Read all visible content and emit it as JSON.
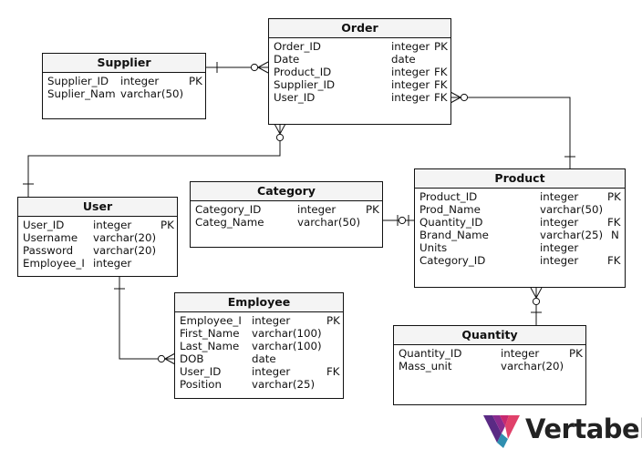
{
  "entities": {
    "order": {
      "name": "Order",
      "rows": [
        {
          "field": "Order_ID",
          "type": "integer",
          "key": "PK"
        },
        {
          "field": "Date",
          "type": "date",
          "key": ""
        },
        {
          "field": "Product_ID",
          "type": "integer",
          "key": "FK"
        },
        {
          "field": "Supplier_ID",
          "type": "integer",
          "key": "FK"
        },
        {
          "field": "User_ID",
          "type": "integer",
          "key": "FK"
        }
      ]
    },
    "supplier": {
      "name": "Supplier",
      "rows": [
        {
          "field": "Supplier_ID",
          "type": "integer",
          "key": "PK"
        },
        {
          "field": "Suplier_Nam",
          "type": "varchar(50)",
          "key": ""
        }
      ]
    },
    "product": {
      "name": "Product",
      "rows": [
        {
          "field": "Product_ID",
          "type": "integer",
          "key": "PK"
        },
        {
          "field": "Prod_Name",
          "type": "varchar(50)",
          "key": ""
        },
        {
          "field": "Quantity_ID",
          "type": "integer",
          "key": "FK"
        },
        {
          "field": "Brand_Name",
          "type": "varchar(25)",
          "key": "N"
        },
        {
          "field": "Units",
          "type": "integer",
          "key": ""
        },
        {
          "field": "Category_ID",
          "type": "integer",
          "key": "FK"
        }
      ]
    },
    "category": {
      "name": "Category",
      "rows": [
        {
          "field": "Category_ID",
          "type": "integer",
          "key": "PK"
        },
        {
          "field": "Categ_Name",
          "type": "varchar(50)",
          "key": ""
        }
      ]
    },
    "user": {
      "name": "User",
      "rows": [
        {
          "field": "User_ID",
          "type": "integer",
          "key": "PK"
        },
        {
          "field": "Username",
          "type": "varchar(20)",
          "key": ""
        },
        {
          "field": "Password",
          "type": "varchar(20)",
          "key": ""
        },
        {
          "field": "Employee_I",
          "type": "integer",
          "key": ""
        }
      ]
    },
    "employee": {
      "name": "Employee",
      "rows": [
        {
          "field": "Employee_I",
          "type": "integer",
          "key": "PK"
        },
        {
          "field": "First_Name",
          "type": "varchar(100)",
          "key": ""
        },
        {
          "field": "Last_Name",
          "type": "varchar(100)",
          "key": ""
        },
        {
          "field": "DOB",
          "type": "date",
          "key": ""
        },
        {
          "field": "User_ID",
          "type": "integer",
          "key": "FK"
        },
        {
          "field": "Position",
          "type": "varchar(25)",
          "key": ""
        }
      ]
    },
    "quantity": {
      "name": "Quantity",
      "rows": [
        {
          "field": "Quantity_ID",
          "type": "integer",
          "key": "PK"
        },
        {
          "field": "Mass_unit",
          "type": "varchar(20)",
          "key": ""
        }
      ]
    }
  },
  "brand": {
    "logo_text": "Vertabelo",
    "colors": [
      "#5a2a84",
      "#8a2b8e",
      "#c7286f",
      "#e0416a",
      "#2f8fb0"
    ]
  }
}
